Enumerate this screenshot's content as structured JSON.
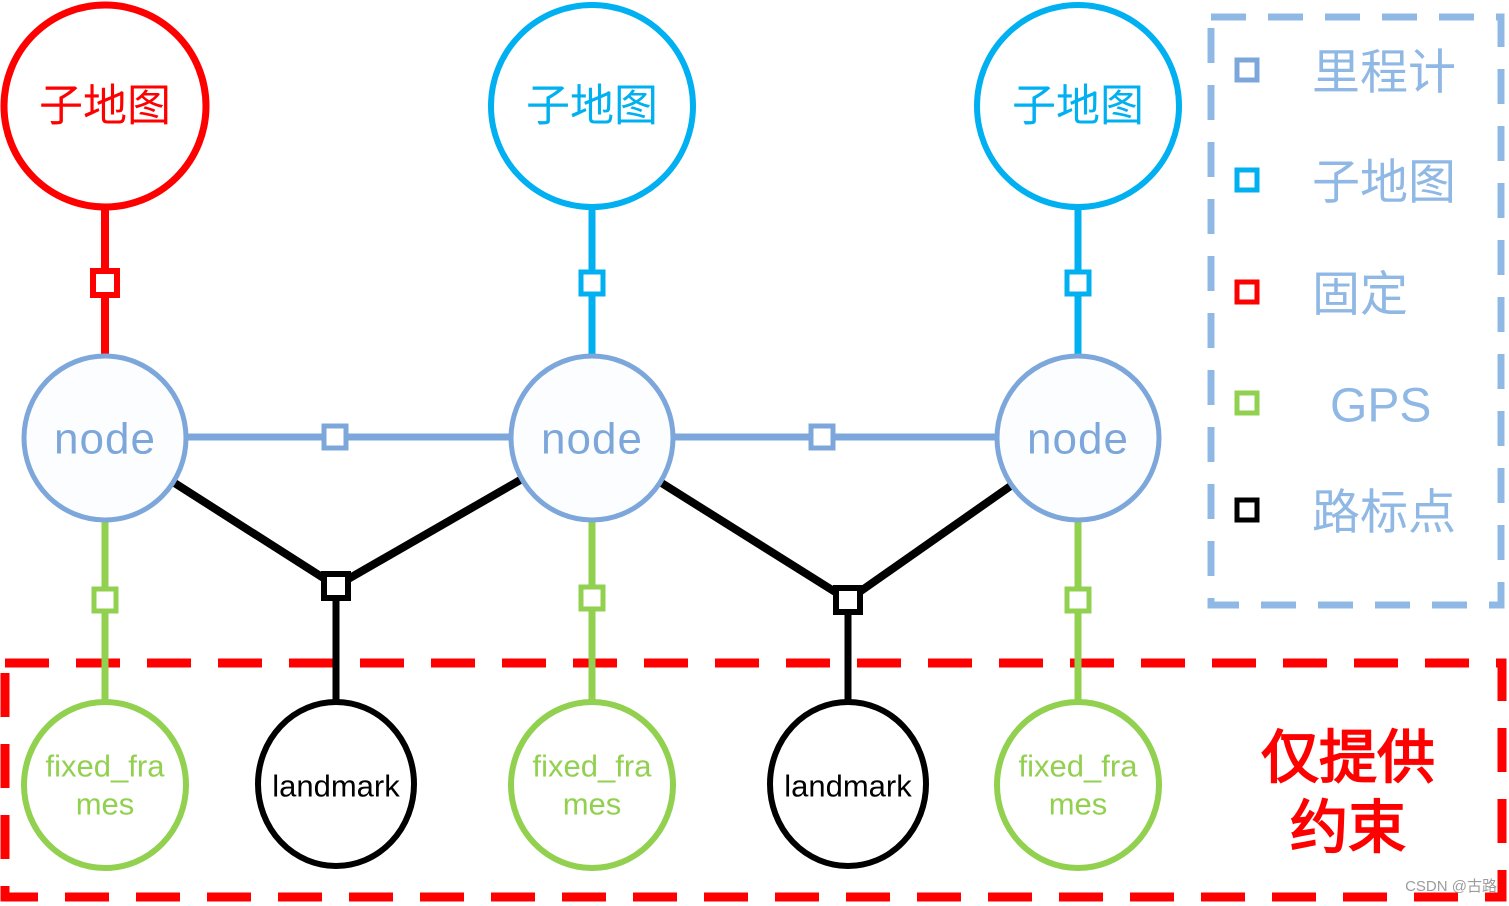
{
  "colors": {
    "odometry": "#7da7da",
    "submap": "#00b0f0",
    "fixed": "#ff0000",
    "gps": "#92d050",
    "landmark": "#000000",
    "legend_blue": "#90b8e4",
    "annotation": "#ff0000",
    "watermark": "#9c9c9c"
  },
  "graph": {
    "submap_label": "子地图",
    "node_label": "node",
    "fixed_frames_line1": "fixed_fra",
    "fixed_frames_line2": "mes",
    "landmark_label": "landmark"
  },
  "legend": {
    "items": [
      {
        "id": "odometry",
        "label": "里程计",
        "color": "#7da7da"
      },
      {
        "id": "submap",
        "label": "子地图",
        "color": "#00b0f0"
      },
      {
        "id": "fixed",
        "label": "固定",
        "color": "#ff0000"
      },
      {
        "id": "gps",
        "label": "GPS",
        "color": "#92d050"
      },
      {
        "id": "landmark",
        "label": "路标点",
        "color": "#000000"
      }
    ]
  },
  "annotation": {
    "line1": "仅提供",
    "line2": "约束"
  },
  "watermark": {
    "text": "CSDN @古路"
  }
}
